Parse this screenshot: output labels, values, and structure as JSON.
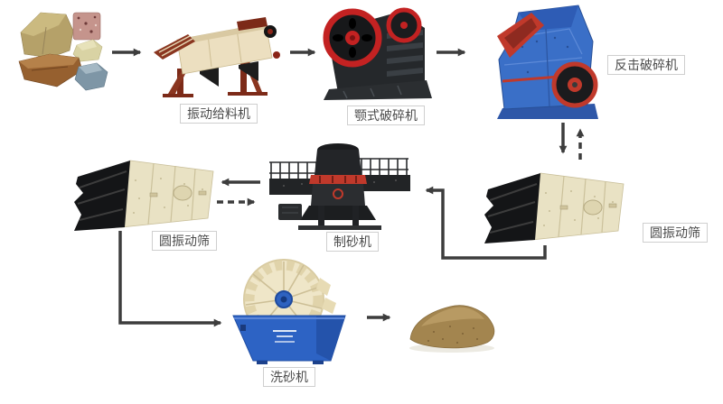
{
  "diagram": {
    "type": "process-flow",
    "subject": "sand production line equipment flow",
    "labels": {
      "vibrating_feeder": "振动给料机",
      "jaw_crusher": "颚式破碎机",
      "impact_crusher": "反击破碎机",
      "vibrating_screen_right": "圆振动筛",
      "vibrating_screen_left": "圆振动筛",
      "sand_maker": "制砂机",
      "sand_washer": "洗砂机"
    },
    "connections": [
      {
        "from": "raw_rocks",
        "to": "vibrating_feeder",
        "style": "solid"
      },
      {
        "from": "vibrating_feeder",
        "to": "jaw_crusher",
        "style": "solid"
      },
      {
        "from": "jaw_crusher",
        "to": "impact_crusher",
        "style": "solid"
      },
      {
        "from": "impact_crusher",
        "to": "vibrating_screen_right",
        "style": "solid"
      },
      {
        "from": "vibrating_screen_right",
        "to": "impact_crusher",
        "style": "dashed"
      },
      {
        "from": "vibrating_screen_right",
        "to": "sand_maker",
        "style": "solid-elbow"
      },
      {
        "from": "sand_maker",
        "to": "vibrating_screen_left",
        "style": "solid"
      },
      {
        "from": "vibrating_screen_left",
        "to": "sand_maker",
        "style": "dashed"
      },
      {
        "from": "vibrating_screen_left",
        "to": "sand_washer",
        "style": "solid-elbow"
      },
      {
        "from": "sand_washer",
        "to": "sand_pile",
        "style": "solid"
      }
    ],
    "colors": {
      "background": "#ffffff",
      "arrow": "#3d3d3d",
      "label_border": "#cfcfcf",
      "label_text": "#4b4b4b",
      "feeder_body": "#ecdfc0",
      "feeder_frame": "#7c2a18",
      "jaw_body": "#25282b",
      "flywheel_red": "#c32222",
      "impact_blue": "#3a6fc7",
      "impact_red": "#c0392b",
      "screen_cream": "#e9e2c4",
      "screen_deck_black": "#141517",
      "sand_maker_dark": "#26282b",
      "washer_blue": "#2d63c4",
      "washer_wheel_cream": "#efe6c8",
      "sand_color": "#a3854f"
    }
  }
}
